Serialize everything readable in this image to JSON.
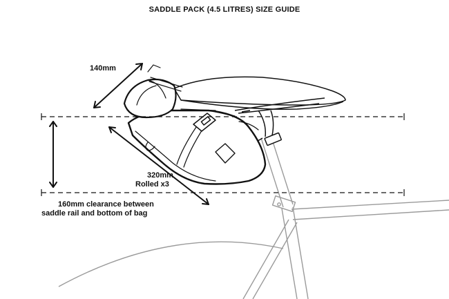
{
  "title": "SADDLE PACK (4.5 LITRES) SIZE GUIDE",
  "dimensions": {
    "width_label": "140mm",
    "length_label": "320mm",
    "length_note": "Rolled x3",
    "clearance_line1": "160mm clearance between",
    "clearance_line2": "saddle rail and bottom of bag"
  },
  "colors": {
    "line": "#111111",
    "background": "#ffffff",
    "bike": "#999999"
  }
}
